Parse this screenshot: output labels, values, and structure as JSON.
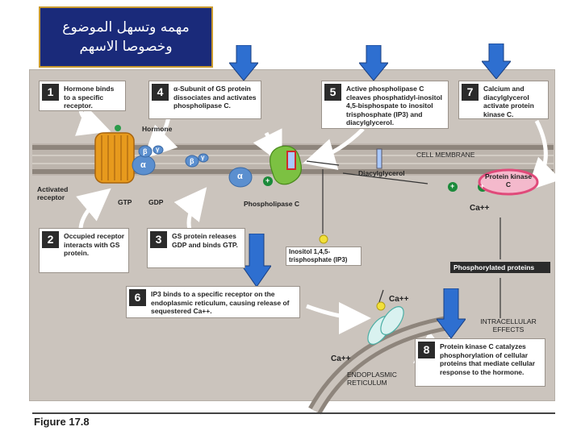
{
  "slide_title": {
    "line1": "مهمه وتسهل الموضوع",
    "line2": "وخصوصا الاسهم"
  },
  "steps": [
    {
      "num": "1",
      "text": "Hormone binds to a specific receptor."
    },
    {
      "num": "2",
      "text": "Occupied receptor interacts with GS protein."
    },
    {
      "num": "3",
      "text": "GS protein releases GDP and binds GTP."
    },
    {
      "num": "4",
      "text": "α-Subunit of GS protein dissociates and activates phospholipase C."
    },
    {
      "num": "5",
      "text": "Active phospholipase C cleaves phosphatidyl-inositol 4,5-bisphospate to inositol trisphosphate (IP3) and diacylglycerol."
    },
    {
      "num": "6",
      "text": "IP3 binds to a specific receptor on the endoplasmic reticulum, causing release of sequestered Ca++."
    },
    {
      "num": "7",
      "text": "Calcium and diacylglycerol activate protein kinase C."
    },
    {
      "num": "8",
      "text": "Protein kinase C catalyzes phosphorylation of cellular proteins that mediate cellular response to the hormone."
    }
  ],
  "labels": {
    "hormone": "Hormone",
    "activated_receptor": "Activated receptor",
    "gtp": "GTP",
    "gdp": "GDP",
    "phospholipase_c": "Phospholipase C",
    "cell_membrane": "CELL MEMBRANE",
    "diacylglycerol": "Diacylglycerol",
    "protein_kinase_c": "Protein kinase C",
    "ca_top": "Ca++",
    "ip3": "Inositol 1,4,5-trisphosphate (IP3)",
    "phosphorylated_proteins": "Phosphorylated proteins",
    "ca_er": "Ca++",
    "ca_bottom": "Ca++",
    "intracellular_effects": "INTRACELLULAR EFFECTS",
    "er": "ENDOPLASMIC RETICULUM",
    "alpha": "α",
    "beta": "β",
    "gamma": "γ",
    "plus": "+"
  },
  "caption": "Figure 17.8",
  "colors": {
    "title_bg": "#1a2a7a",
    "title_border": "#c99a2e",
    "arrow_blue": "#2e6fd0",
    "receptor_orange": "#e79a1d",
    "gprotein_blue": "#5b8fcf",
    "plc_green": "#7cc142",
    "pkc_pink": "#e04a7a"
  }
}
